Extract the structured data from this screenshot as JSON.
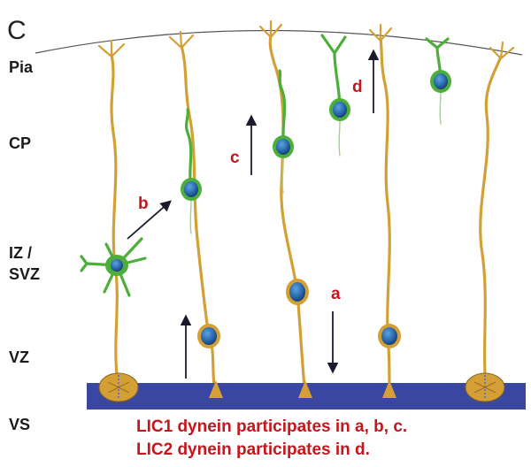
{
  "figure": {
    "panel_letter": "C",
    "layers": [
      "Pia",
      "CP",
      "IZ /",
      "SVZ",
      "VZ",
      "VS"
    ],
    "arrows": [
      "a",
      "b",
      "c",
      "d"
    ],
    "caption": [
      "LIC1 dynein participates in a, b, c.",
      "LIC2 dynein participates in d."
    ]
  },
  "colors": {
    "radial_glia": "#d4a035",
    "neuron_soma_outline": "#4caf3a",
    "nucleus": "#2b6cb0",
    "ventricular_surface": "#3a47a0",
    "label_red": "#c4161c"
  }
}
